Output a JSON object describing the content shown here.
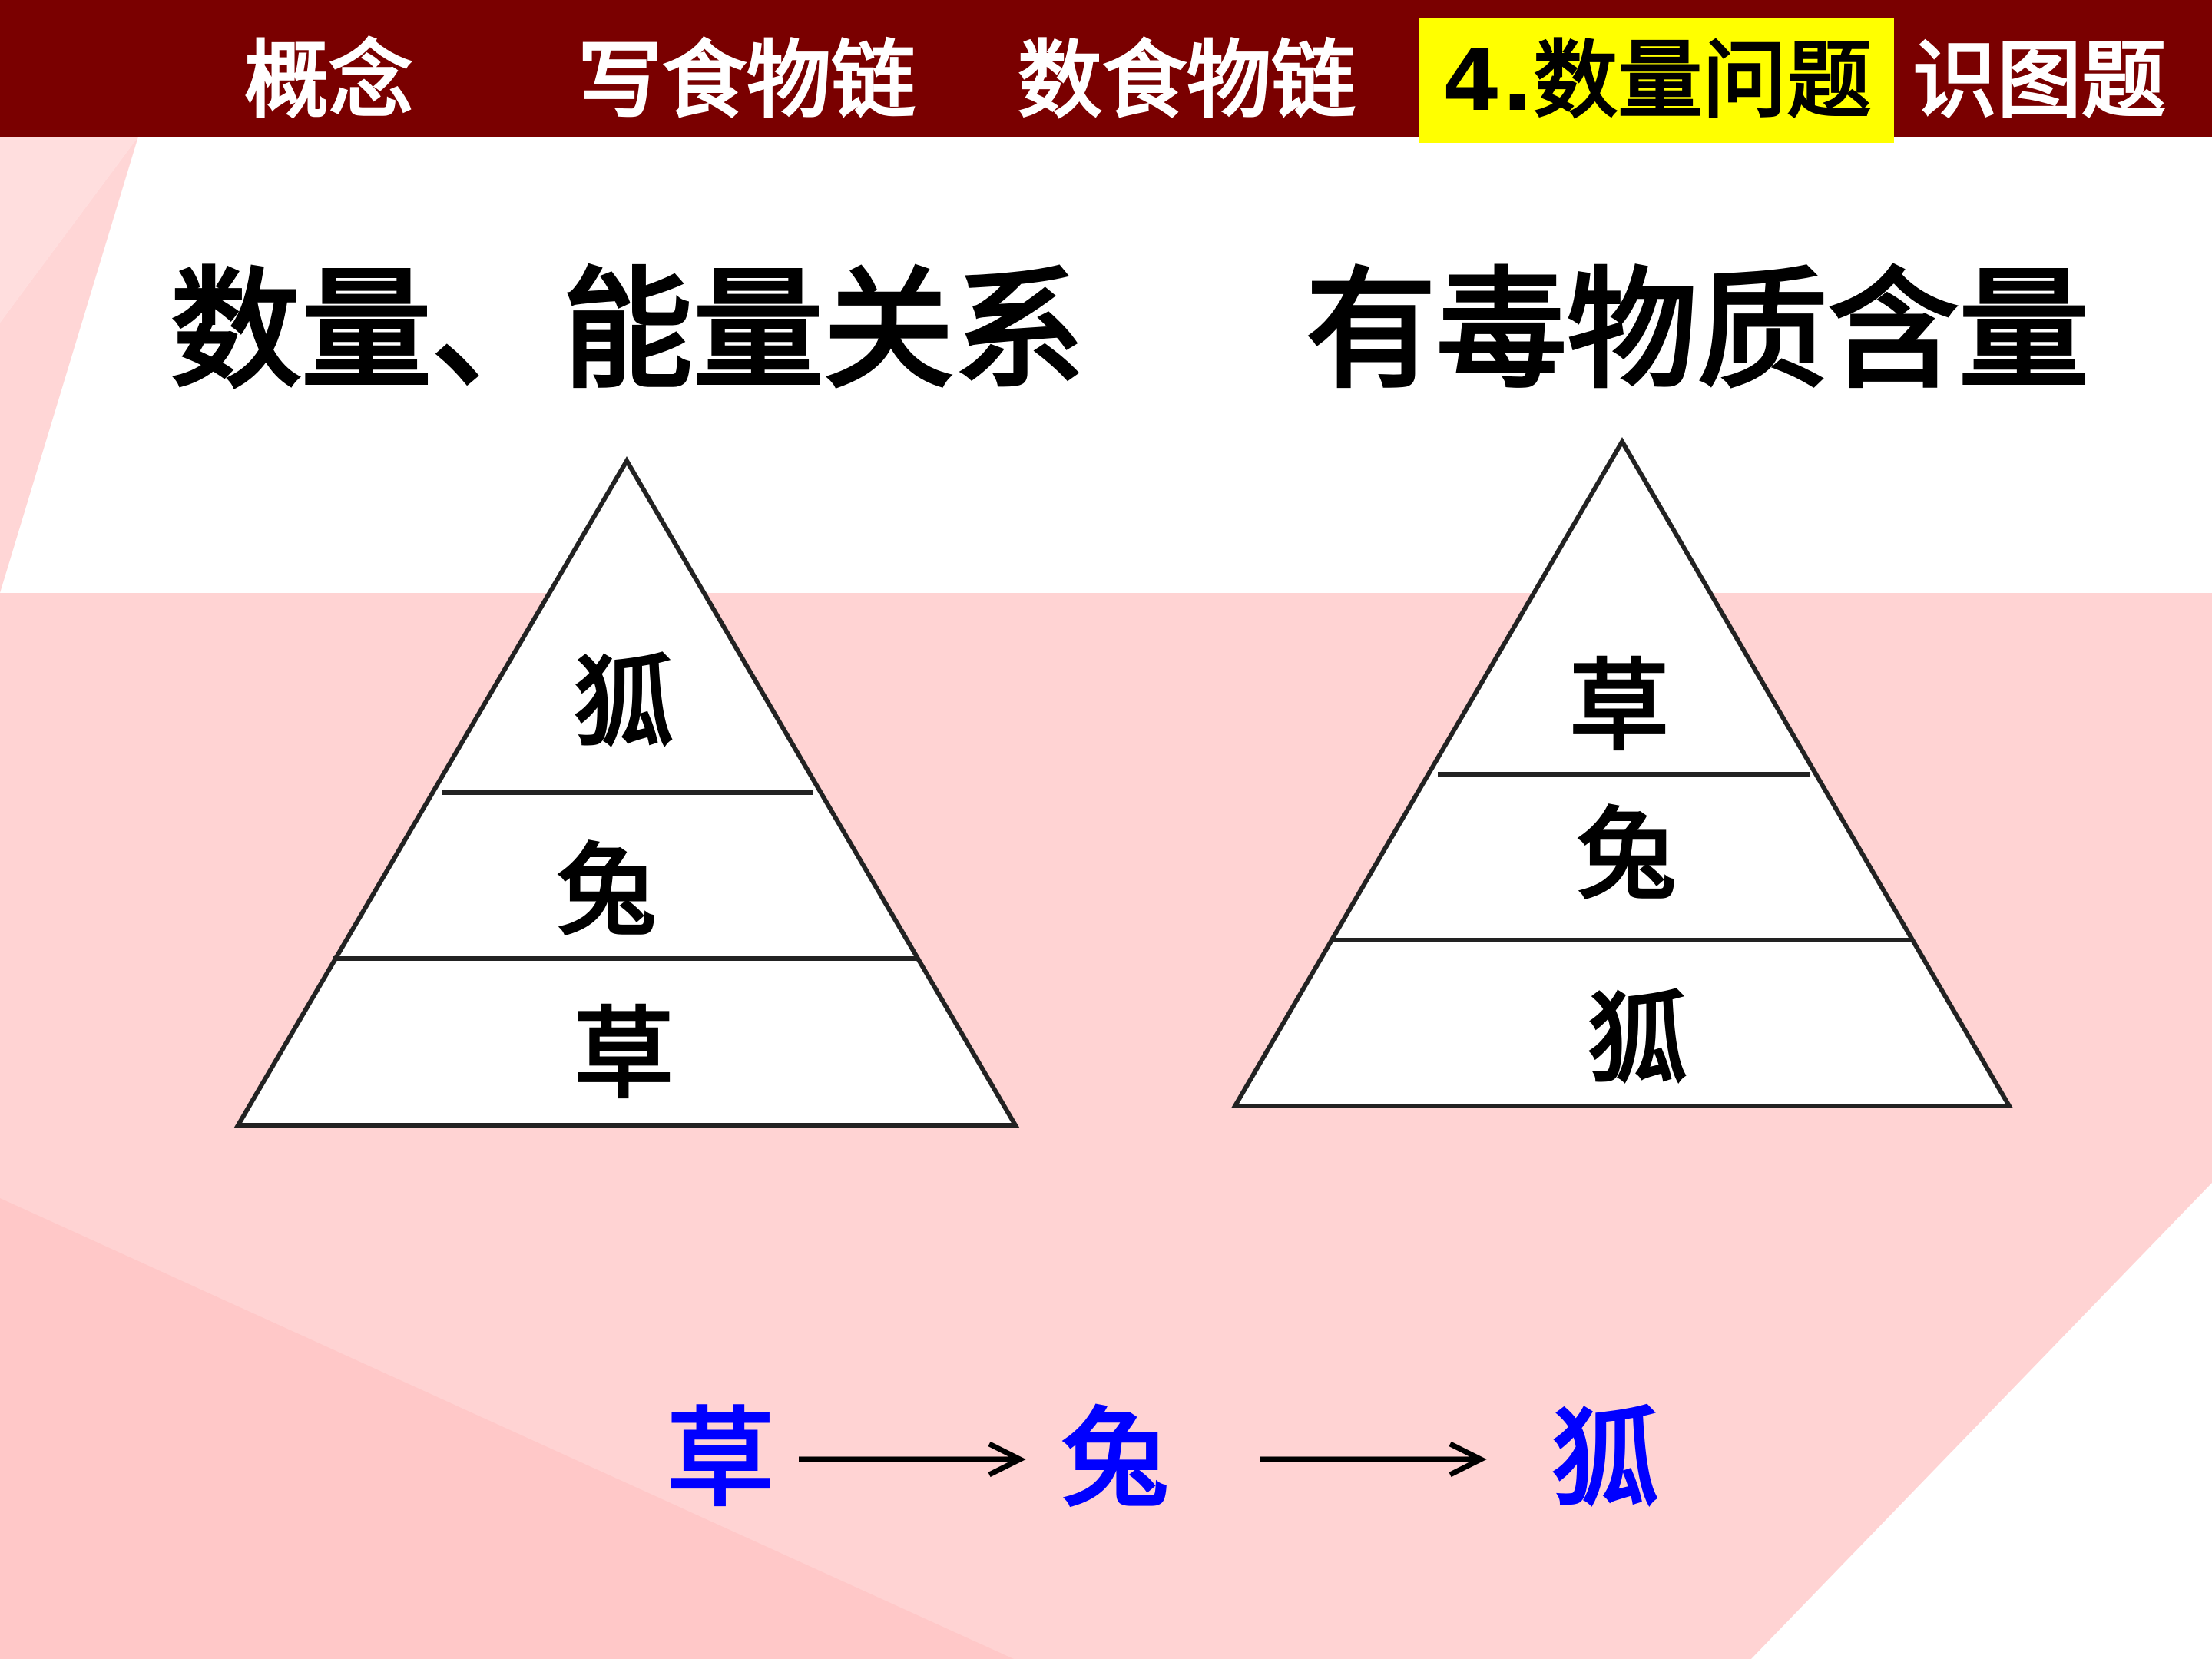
{
  "nav": {
    "items": [
      {
        "label": "概念"
      },
      {
        "label": "写食物链"
      },
      {
        "label": "数食物链"
      },
      {
        "label": "4.数量问题",
        "active": true
      },
      {
        "label": "识图题"
      }
    ]
  },
  "headings": {
    "left": "数量、能量关系",
    "right": "有毒物质含量"
  },
  "pyramid_left": {
    "levels": [
      "狐",
      "兔",
      "草"
    ]
  },
  "pyramid_right": {
    "levels": [
      "草",
      "兔",
      "狐"
    ]
  },
  "food_chain": {
    "items": [
      "草",
      "兔",
      "狐"
    ]
  },
  "colors": {
    "nav_bar": "#7a0000",
    "nav_active": "#ffff00",
    "background_pink": "#ffd3d3",
    "chain_text": "#0000ff"
  }
}
